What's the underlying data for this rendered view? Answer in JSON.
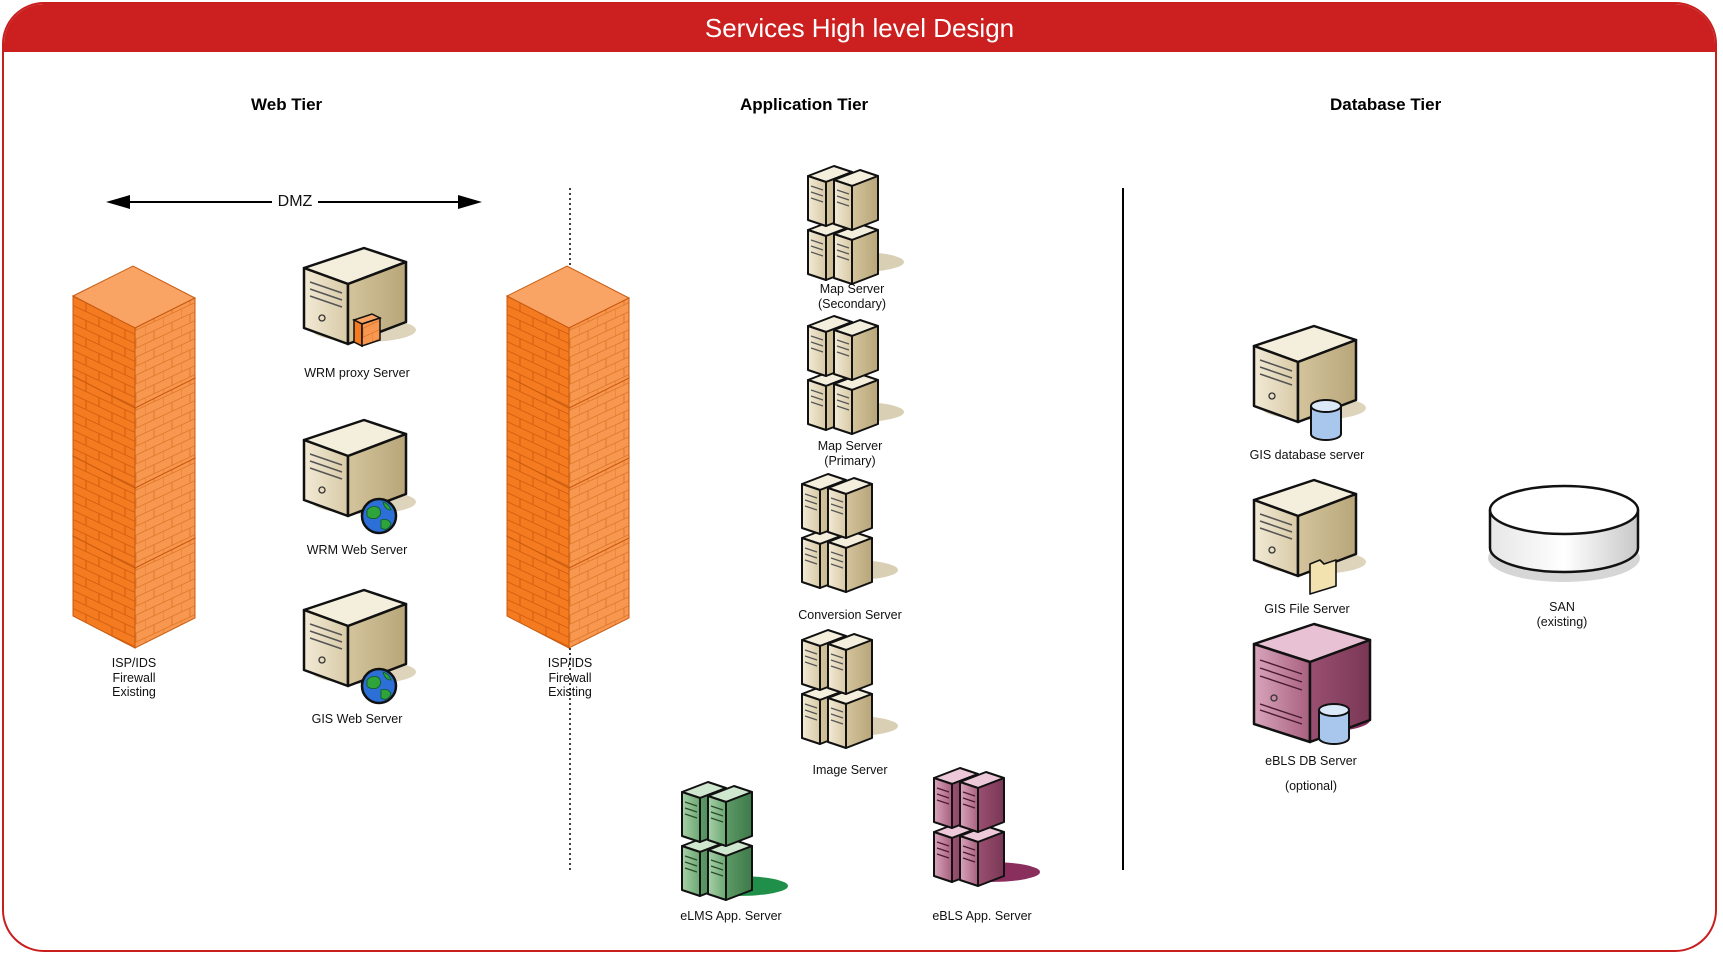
{
  "title": "Services High level Design",
  "tiers": {
    "web": "Web Tier",
    "application": "Application Tier",
    "database": "Database Tier"
  },
  "dmz": "DMZ",
  "firewalls": {
    "outer": [
      "ISP/IDS",
      "Firewall",
      "Existing"
    ],
    "inner": [
      "ISP/IDS",
      "Firewall",
      "Existing"
    ]
  },
  "web_servers": {
    "proxy": "WRM proxy Server",
    "wrm_web": "WRM Web Server",
    "gis_web": "GIS Web Server"
  },
  "app_servers": {
    "map_secondary": [
      "Map Server",
      "(Secondary)"
    ],
    "map_primary": [
      "Map Server",
      "(Primary)"
    ],
    "conversion": "Conversion Server",
    "image": "Image Server",
    "elms": "eLMS App. Server",
    "ebls": "eBLS App. Server"
  },
  "db_servers": {
    "gis_db": "GIS database server",
    "gis_file": "GIS File Server",
    "ebls_db": "eBLS DB Server",
    "ebls_db_note": "(optional)",
    "san": [
      "SAN",
      "(existing)"
    ]
  },
  "colors": {
    "brand_red": "#cc1f1f",
    "firewall_orange": "#f47b1f",
    "server_beige": "#e8dcc0",
    "server_green": "#5fa46f",
    "server_purple": "#a05478"
  },
  "icons": [
    "firewall-icon",
    "server-icon",
    "proxy-badge-icon",
    "globe-icon",
    "database-icon",
    "folder-icon",
    "server-cluster-icon",
    "storage-disk-icon"
  ]
}
